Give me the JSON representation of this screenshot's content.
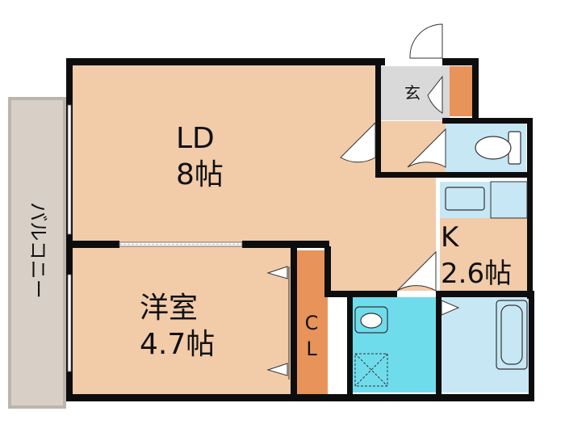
{
  "floorplan": {
    "rooms": {
      "ld": {
        "name": "LD",
        "size": "8帖"
      },
      "kitchen": {
        "name": "K",
        "size": "2.6帖"
      },
      "western": {
        "name": "洋室",
        "size": "4.7帖"
      },
      "closet": {
        "name": "C",
        "name2": "L"
      },
      "entrance": {
        "name": "玄"
      }
    },
    "balcony": {
      "label": "バルコニー"
    },
    "colors": {
      "floor": "#f2cba9",
      "wall": "#0d0d0d",
      "closet": "#e8935a",
      "entrance": "#d9d9d9",
      "water": "#c7e7f5",
      "washroom": "#6fdcec",
      "balcony": "#d8cfc7",
      "white_area": "#ffffff"
    }
  }
}
